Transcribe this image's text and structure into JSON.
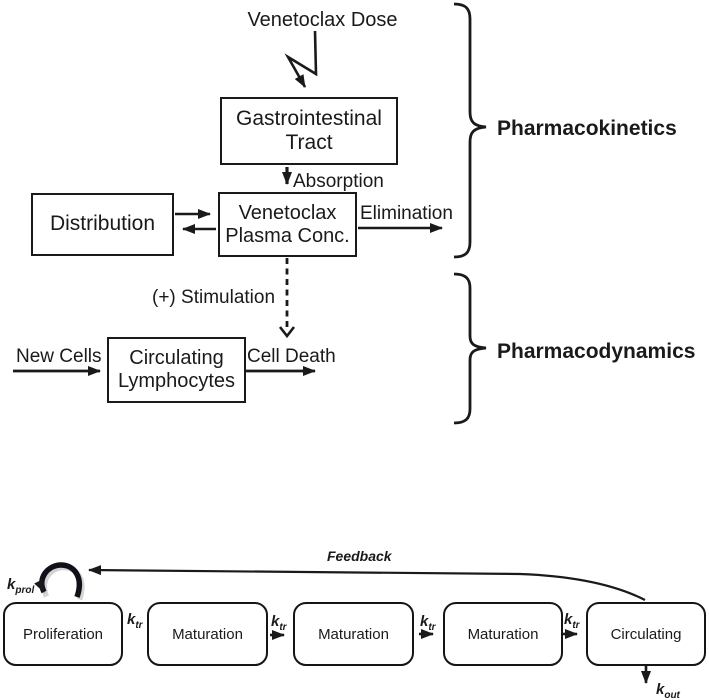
{
  "pk": {
    "section_label": "Pharmacokinetics",
    "dose": "Venetoclax Dose",
    "gi_line1": "Gastrointestinal",
    "gi_line2": "Tract",
    "absorption": "Absorption",
    "plasma_line1": "Venetoclax",
    "plasma_line2": "Plasma Conc.",
    "distribution": "Distribution",
    "elimination": "Elimination"
  },
  "pd": {
    "section_label": "Pharmacodynamics",
    "stimulation": "(+) Stimulation",
    "new_cells": "New Cells",
    "cell_death": "Cell Death",
    "lymph_line1": "Circulating",
    "lymph_line2": "Lymphocytes"
  },
  "transit": {
    "feedback": "Feedback",
    "boxes": [
      "Proliferation",
      "Maturation",
      "Maturation",
      "Maturation",
      "Circulating"
    ],
    "k_prol_base": "k",
    "k_prol_sub": "prol",
    "k_tr_base": "k",
    "k_tr_sub": "tr",
    "k_out_base": "k",
    "k_out_sub": "out"
  },
  "colors": {
    "ink": "#1a1a1a",
    "bg": "#ffffff"
  }
}
